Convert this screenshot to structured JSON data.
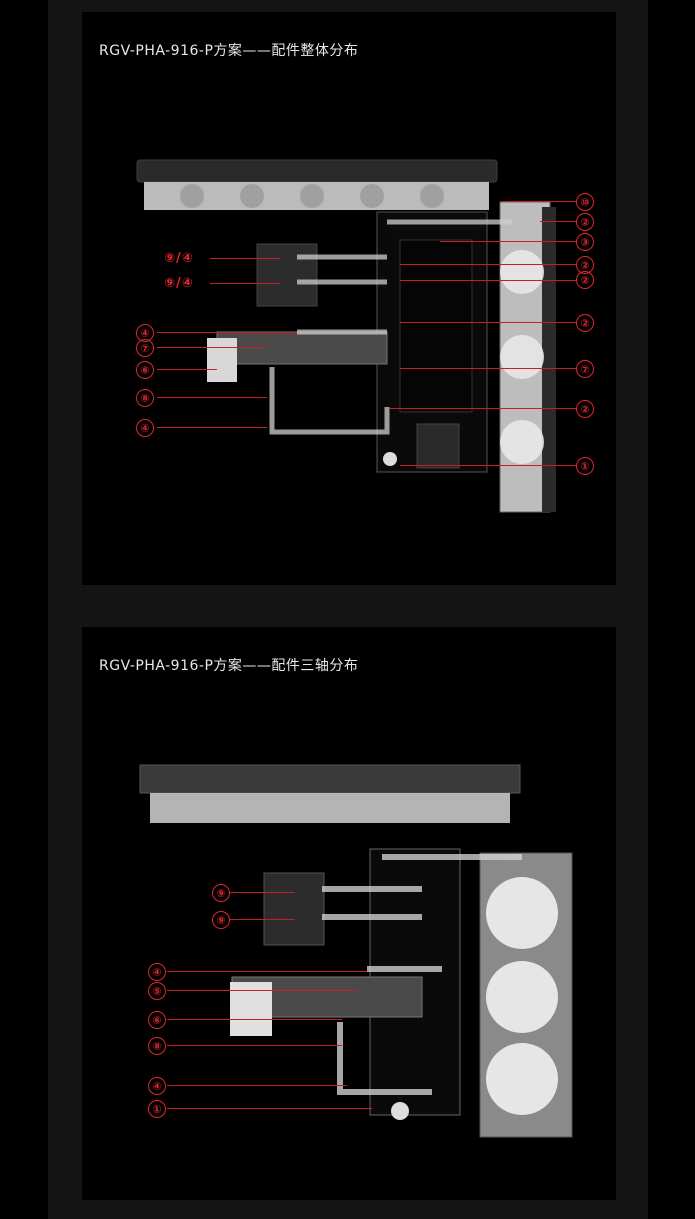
{
  "colors": {
    "page": "#000000",
    "column": "#141414",
    "accent": "#e0262b"
  },
  "panel1": {
    "title": "RGV-PHA-916-P方案——配件整体分布",
    "callouts": [
      "⑩",
      "②",
      "③",
      "②",
      "②",
      "②",
      "⑦",
      "②",
      "①",
      "⑨/④",
      "⑨/④",
      "④",
      "⑦",
      "⑥",
      "⑧",
      "④"
    ]
  },
  "panel2": {
    "title": "RGV-PHA-916-P方案——配件三轴分布",
    "callouts": [
      "⑨",
      "⑨",
      "④",
      "⑤",
      "⑥",
      "⑧",
      "④",
      "①"
    ]
  }
}
